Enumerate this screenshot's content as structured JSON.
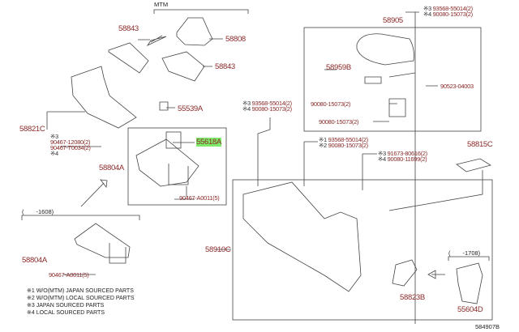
{
  "diagram": {
    "figure_id": "584907B",
    "groups": {
      "mtm": "MTM",
      "until_1608": "(　　-1608)",
      "until_1708": "(　　-1708)"
    },
    "parts": {
      "p58843a": "58843",
      "p58808": "58808",
      "p58843b": "58843",
      "p55539A": "55539A",
      "p58821C": "58821C",
      "p55618A": "55618A",
      "p58804A_a": "58804A",
      "p90467A0011_a": "90467-A0011(5)",
      "p58804A_b": "58804A",
      "p90467A0011_b": "90467-A0011(5)",
      "p58905": "58905",
      "p58959B": "58959B",
      "p90523": "90523-04003",
      "p90080_a": "90080-15073(2)",
      "p90080_b": "90080-15073(2)",
      "p58815C": "58815C",
      "p58910C": "58910C",
      "p58823B": "58823B",
      "p55604D": "55604D"
    },
    "fasteners": {
      "left": {
        "m3": "※3",
        "a": "90467-12080(2)",
        "b": "90467-T0034(2)",
        "m4": "※4"
      },
      "top": {
        "m3": "※3",
        "a": "93568-55014(2)",
        "m4": "※4",
        "b": "90080-15073(2)"
      },
      "mid": {
        "m3": "※3",
        "a": "93568-55014(2)",
        "m4": "※4",
        "b": "90080-15073(2)"
      },
      "c12": {
        "m1": "※1",
        "a": "93568-55014(2)",
        "m2": "※2",
        "b": "90080-15073(2)"
      },
      "c34": {
        "m3": "※3",
        "a": "91673-80616(2)",
        "m4": "※4",
        "b": "90080-11699(2)"
      }
    },
    "notes": [
      "※1 W/O(MTM) JAPAN SOURCED PARTS",
      "※2 W/O(MTM) LOCAL SOURCED PARTS",
      "※3 JAPAN SOURCED PARTS",
      "※4 LOCAL SOURCED PARTS"
    ],
    "highlight_color": "#7dea6a",
    "label_color": "#8b2a2a"
  }
}
